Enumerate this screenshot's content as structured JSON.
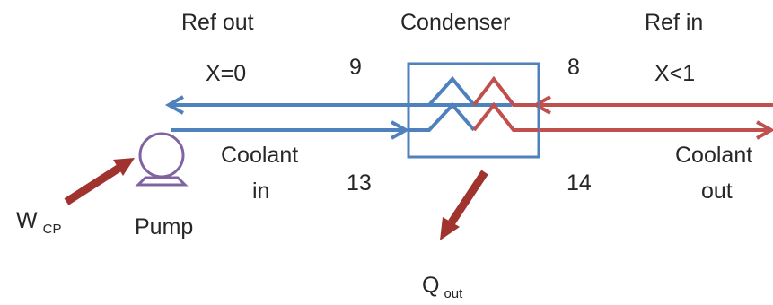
{
  "labels": {
    "ref_out": "Ref  out",
    "condenser": "Condenser",
    "ref_in": "Ref in",
    "quality_out": "X=0",
    "state_9": "9",
    "state_8": "8",
    "quality_in": "X<1",
    "coolant_in_line1": "Coolant",
    "coolant_in_line2": "in",
    "state_13": "13",
    "state_14": "14",
    "coolant_out_line1": "Coolant",
    "coolant_out_line2": "out",
    "work_main": "W",
    "work_sub": "CP",
    "pump": "Pump",
    "heat_main": "Q",
    "heat_sub": "out"
  },
  "colors": {
    "refrigerant_line": "#4f81bd",
    "coolant_return_line": "#c0504d",
    "condenser_box": "#4f81bd",
    "pump": "#8064a2",
    "energy_arrow": "#a0332e",
    "text": "#262626"
  }
}
